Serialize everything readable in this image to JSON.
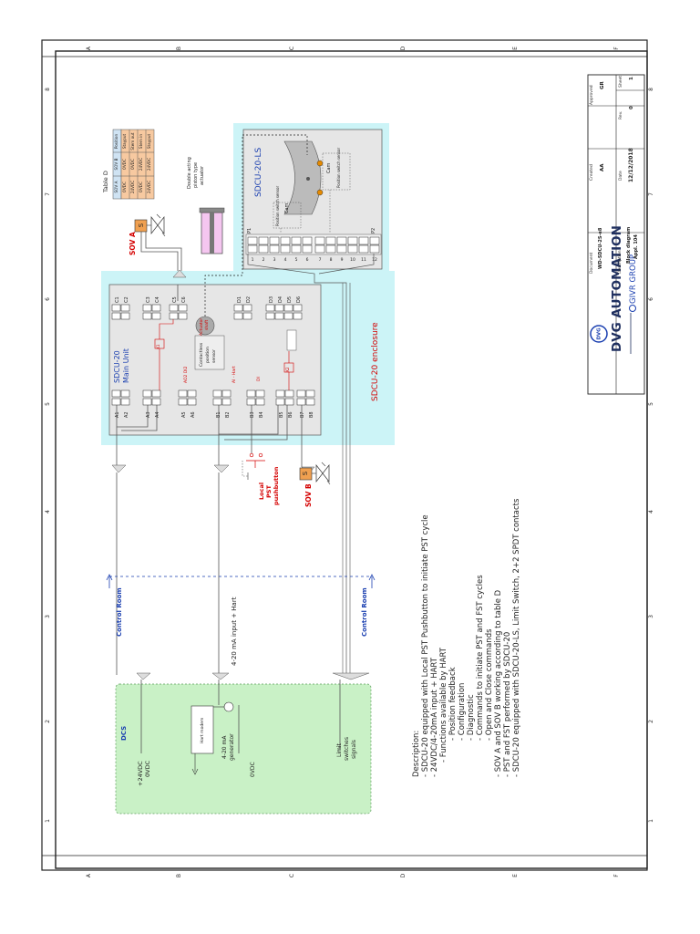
{
  "border": {
    "letters": [
      "A",
      "B",
      "C",
      "D",
      "E",
      "F"
    ],
    "numbers": [
      "8",
      "7",
      "6",
      "5",
      "4",
      "3",
      "2",
      "1"
    ]
  },
  "title_block": {
    "company": "DVG AUTOMATION",
    "group": "GIVR GROUP",
    "logo_text": "DVG",
    "document_label": "Document",
    "document_value": "WD-SDCU-2S-e8",
    "description_label": "Description",
    "description_line1": "Block diagram",
    "description_line2": "Appl. 104",
    "created_label": "Created",
    "created_value": "AA",
    "date_label": "Date",
    "date_value": "12/12/2018",
    "approved_label": "Approved",
    "approved_value": "GR",
    "rev_label": "Rev.",
    "rev_value": "0",
    "sheet_label": "Sheet",
    "sheet_value": "1"
  },
  "table_d": {
    "title": "Table D",
    "header": [
      "SOV A",
      "SOV B",
      "Position"
    ],
    "rows": [
      [
        "0VDC",
        "0VDC",
        "Stayput"
      ],
      [
        "24VDC",
        "0VDC",
        "Stem out"
      ],
      [
        "0VDC",
        "24VDC",
        "Stem in"
      ],
      [
        "24VDC",
        "24VDC",
        "Stayput"
      ]
    ]
  },
  "labels": {
    "sov_a": "SOV A",
    "sov_b": "SOV B",
    "valve_letter": "S",
    "actuator_line1": "Double acting",
    "actuator_line2": "piston type",
    "actuator_line3": "actuator",
    "ls_title": "SDCU-20-LS",
    "cam": "Cam",
    "ps_left": "Position switch sensor",
    "ps_right": "Position switch sensor",
    "main_unit_line1": "SDCU-20",
    "main_unit_line2": "Main Unit",
    "enclosure": "SDCU-20 enclosure",
    "actuator_shaft_line1": "Actuator",
    "actuator_shaft_line2": "shaft",
    "contactless_line1": "Contactless",
    "contactless_line2": "position",
    "contactless_line3": "sensor",
    "ao2_di2": "AO2 DI2",
    "ai_hart": "AI - Hart",
    "di": "DI",
    "relay_k1": "K1",
    "relay_k2": "K2",
    "local_pst_line1": "Local",
    "local_pst_line2": "PST",
    "local_pst_line3": "pushbutton",
    "control_room": "Control Room",
    "hart_input": "4-20 mA input + Hart",
    "dcs": "DCS",
    "plus24": "+24VDC",
    "zero_v": "0VDC",
    "hart_modem": "Hart modem",
    "gen_line1": "4-20 mA",
    "gen_line2": "generator",
    "gen_0v": "0VDC",
    "ls_sig_line1": "Limit",
    "ls_sig_line2": "switches",
    "ls_sig_line3": "signals"
  },
  "terminals": {
    "c_top": [
      "C1",
      "C2",
      "C3",
      "C4",
      "C5",
      "C6"
    ],
    "d_top": [
      "D1",
      "D2",
      "D3",
      "D4",
      "D5",
      "D6"
    ],
    "a_bottom": [
      "A1",
      "A2",
      "A3",
      "A4",
      "A5",
      "A6"
    ],
    "b_bottom": [
      "B1",
      "B2",
      "B3",
      "B4",
      "B5",
      "B6",
      "B7",
      "B8"
    ],
    "p_left": "P1",
    "p_right": "P2",
    "ls_numbers": [
      "1",
      "2",
      "3",
      "4",
      "5",
      "6",
      "7",
      "8",
      "9",
      "10",
      "11",
      "12"
    ]
  },
  "description": {
    "title": "Description:",
    "lines": [
      "- SDCU-20 equipped with Local PST Pushbutton to initiate PST cycle",
      "- 24VDC/4-20mA input + HART",
      "   - Functions available by HART",
      "      - Position feedback",
      "      - Configuration",
      "      - Diagnostic",
      "      - Commands to initiate PST and FST cycles",
      "      - Open and Close commands",
      "- SOV A and SOV B working according to table D",
      "- PST and FST performed by SDCU-20",
      "- SDCU-20 equipped with SDCU-20-LS, Limit Switch, 2+2 SPDT contacts"
    ]
  },
  "colors": {
    "enclosure_fill": "#ccf4f7",
    "dcs_fill": "#c9f1c6",
    "unit_fill": "#e6e6e6",
    "wire": "#555555",
    "accent_red": "#d40000",
    "accent_blue": "#1a3fb0",
    "sov_orange": "#f0a050",
    "table_header": "#cfe3f3",
    "table_row": "#f7c9a0",
    "actuator_pink": "#f5c6f0"
  }
}
